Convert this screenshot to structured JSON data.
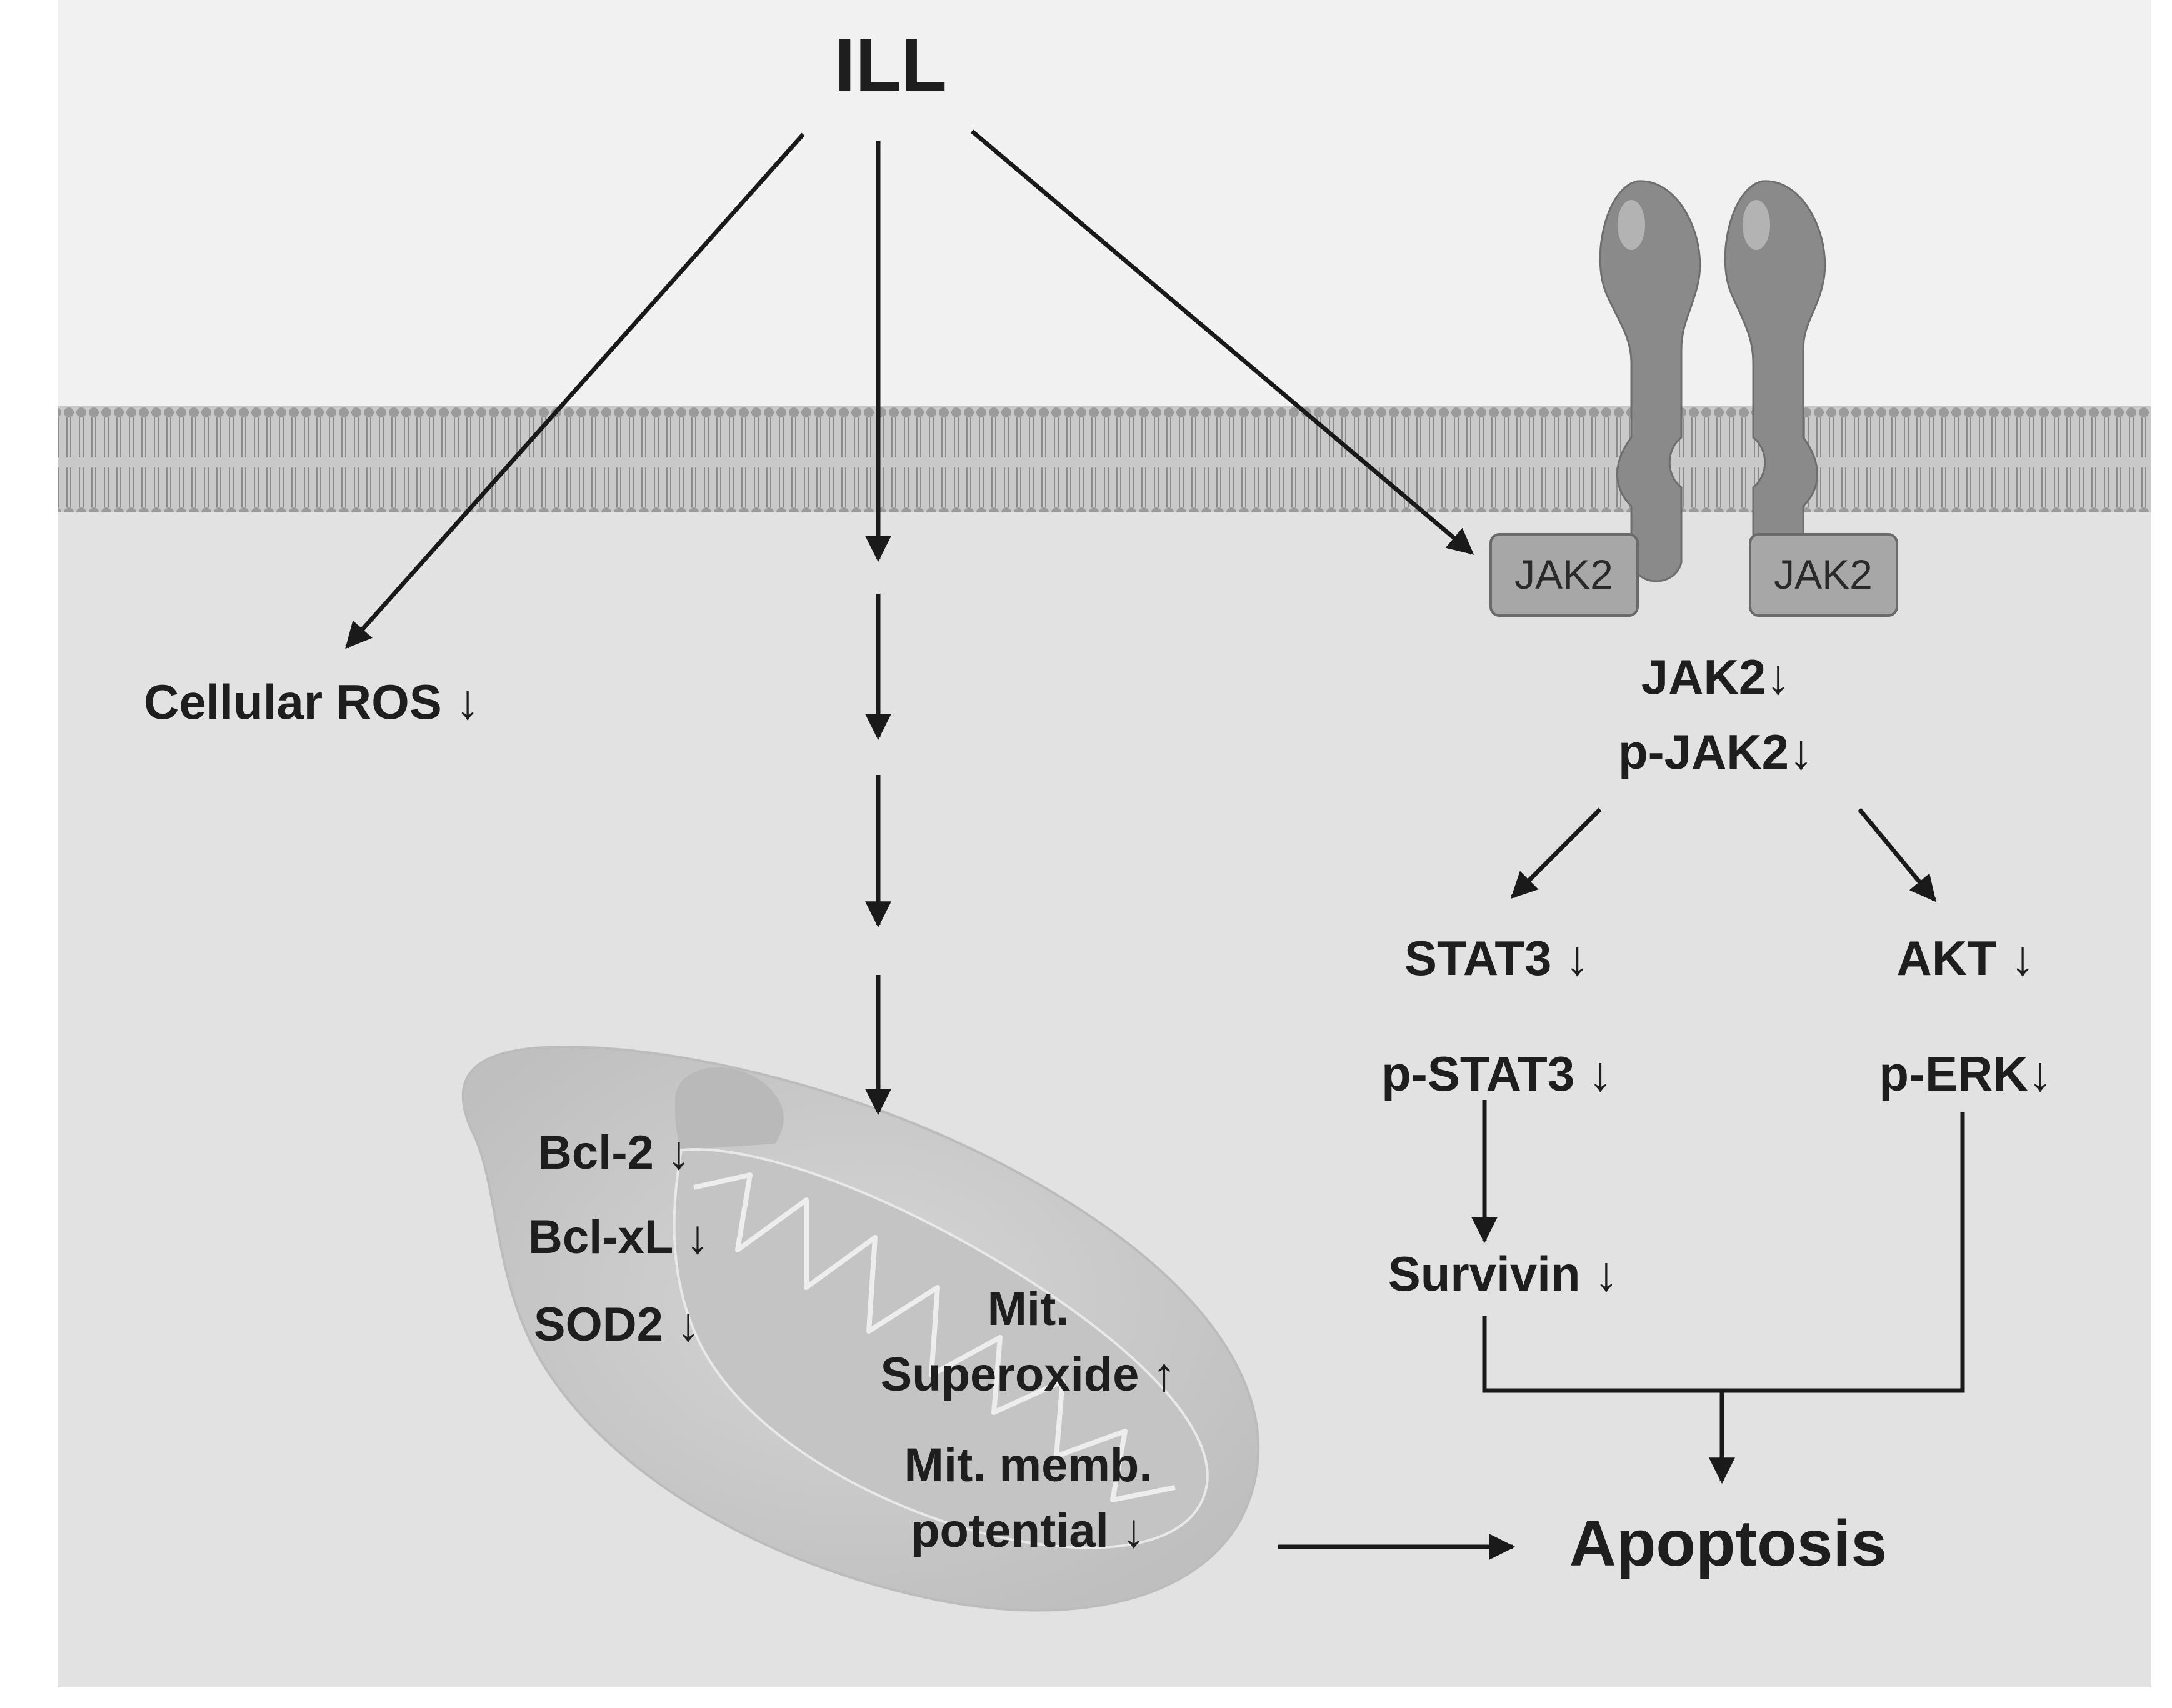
{
  "stimulus": "ILL",
  "cytosol": {
    "ros": "Cellular ROS ↓"
  },
  "receptor": {
    "box_left": "JAK2",
    "box_right": "JAK2",
    "jak2": "JAK2↓",
    "p_jak2": "p-JAK2↓"
  },
  "pathway": {
    "stat3": "STAT3 ↓",
    "p_stat3": "p-STAT3 ↓",
    "survivin": "Survivin ↓",
    "akt": "AKT ↓",
    "p_erk": "p-ERK↓"
  },
  "mitochondrion": {
    "bcl2": "Bcl-2 ↓",
    "bclxl": "Bcl-xL ↓",
    "sod2": "SOD2 ↓",
    "superoxide_line1": "Mit.",
    "superoxide_line2": "Superoxide ↑",
    "potential_line1": "Mit. memb.",
    "potential_line2": "potential ↓"
  },
  "outcome": "Apoptosis",
  "colors": {
    "cytoplasm": "#e2e2e2",
    "outside": "#f1f1f1",
    "membrane": "#bdbdbd",
    "receptor": "#8a8a8a",
    "jak_box": "#a7a7a7",
    "mitochondrion": "#cfcfcf",
    "arrow": "#1a1a1a"
  }
}
